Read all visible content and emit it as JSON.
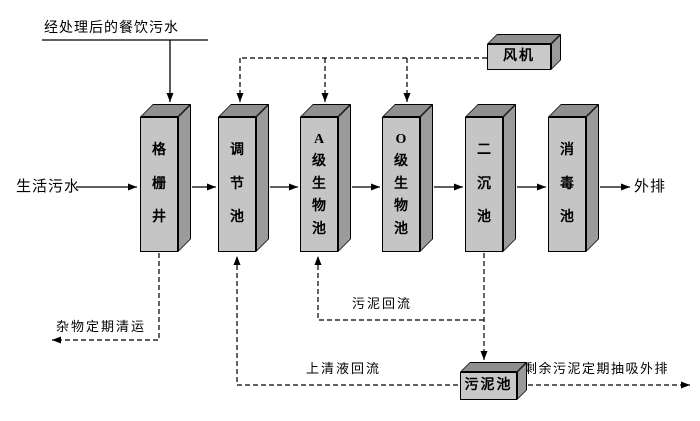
{
  "diagram": {
    "pretreated_note": "经处理后的餐饮污水",
    "inlet_label": "生活污水",
    "outlet_label": "外排",
    "blower_label": "风机",
    "sludge_tank_label": "污泥池",
    "tanks": [
      {
        "label": "格栅井"
      },
      {
        "label": "调节池"
      },
      {
        "label": "A级生物池"
      },
      {
        "label": "O级生物池"
      },
      {
        "label": "二沉池"
      },
      {
        "label": "消毒池"
      }
    ],
    "annotations": {
      "debris_removal": "杂物定期清运",
      "sludge_return": "污泥回流",
      "supernatant_return": "上清液回流",
      "excess_sludge": "剩余污泥定期抽吸外排"
    },
    "colors": {
      "tank_front": "#c5c5c5",
      "tank_top": "#8f8f8f",
      "tank_side": "#9b9b9b",
      "line": "#000000",
      "background": "#ffffff"
    }
  }
}
